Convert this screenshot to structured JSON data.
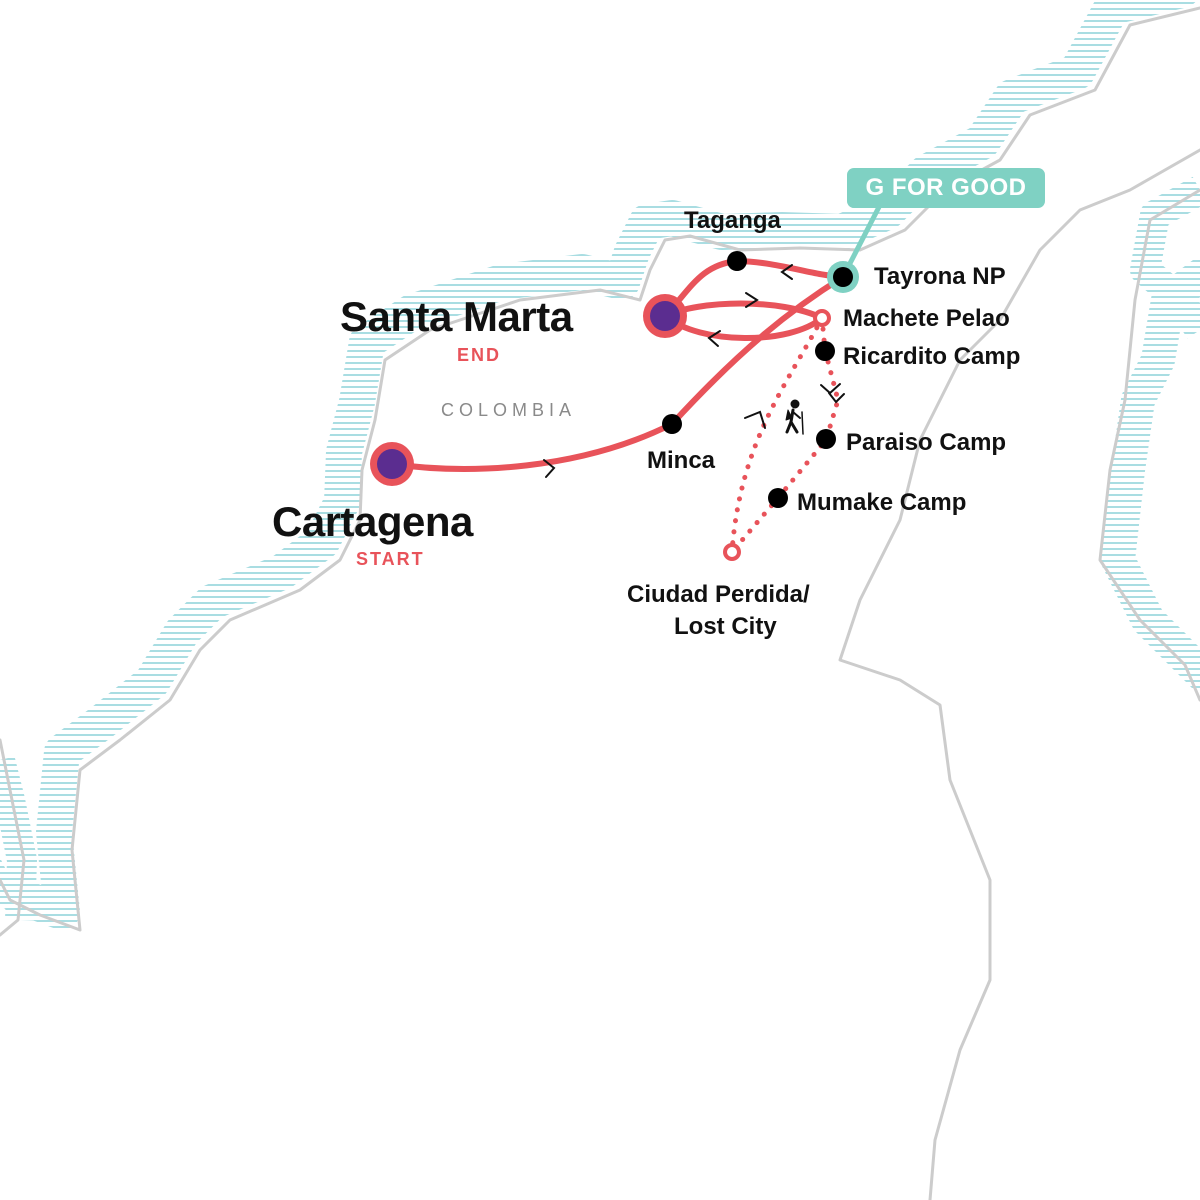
{
  "map": {
    "country_label": "COLOMBIA",
    "badge": {
      "label": "G FOR GOOD",
      "color": "#7fd1c3"
    },
    "colors": {
      "route": "#e8535a",
      "major_stop": "#5b2d90",
      "minor_stop": "#000000",
      "coast": "#cccccc",
      "sea_hatch": "#a9dde2",
      "highlight": "#7fd1c3"
    },
    "stops": [
      {
        "name": "Cartagena",
        "tag": "START",
        "kind": "major"
      },
      {
        "name": "Santa Marta",
        "tag": "END",
        "kind": "major"
      },
      {
        "name": "Minca",
        "kind": "minor"
      },
      {
        "name": "Taganga",
        "kind": "minor"
      },
      {
        "name": "Tayrona NP",
        "kind": "highlight"
      },
      {
        "name": "Machete Pelao",
        "kind": "trek"
      },
      {
        "name": "Ricardito Camp",
        "kind": "minor"
      },
      {
        "name": "Paraiso Camp",
        "kind": "minor"
      },
      {
        "name": "Mumake Camp",
        "kind": "minor"
      },
      {
        "name": "Ciudad Perdida/",
        "name_line2": "Lost City",
        "kind": "trek"
      }
    ],
    "icons": [
      "hiker-icon",
      "direction-arrow-icon"
    ]
  }
}
